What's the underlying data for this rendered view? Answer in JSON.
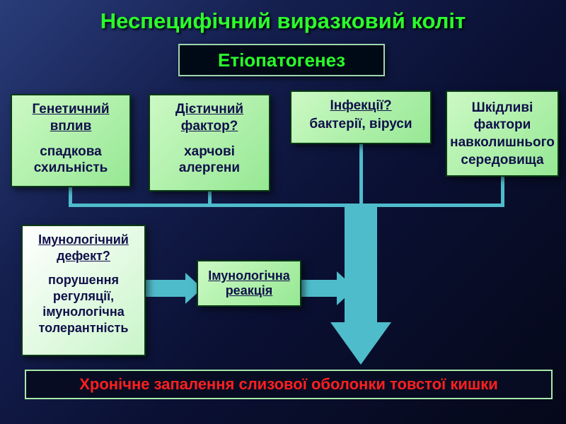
{
  "slide": {
    "title": "Неспецифічний виразковий коліт",
    "subtitle_box": "Етіопатогенез",
    "conclusion": "Хронічне запалення слизової оболонки товстої кишки"
  },
  "factor_boxes": [
    {
      "heading": "Генетичний вплив",
      "body": "спадкова схильність"
    },
    {
      "heading": "Дієтичний фактор?",
      "body": "харчові алергени"
    },
    {
      "heading": "Інфекції?",
      "body": "бактерії, віруси"
    },
    {
      "body": "Шкідливі фактори навколишнього середовища"
    }
  ],
  "immune_defect_box": {
    "heading": "Імунологічний дефект?",
    "body": "порушення регуляції, імунологічна толерантність"
  },
  "immune_reaction_box": {
    "label": "Імунологічна реакція"
  },
  "colors": {
    "background_top": "#2a3d7a",
    "background_bottom": "#050818",
    "title_green": "#2bff2b",
    "box_green": "#aef2a4",
    "box_text_navy": "#10104a",
    "arrow_teal": "#4fbccb",
    "conclusion_red": "#ff1f1f"
  }
}
